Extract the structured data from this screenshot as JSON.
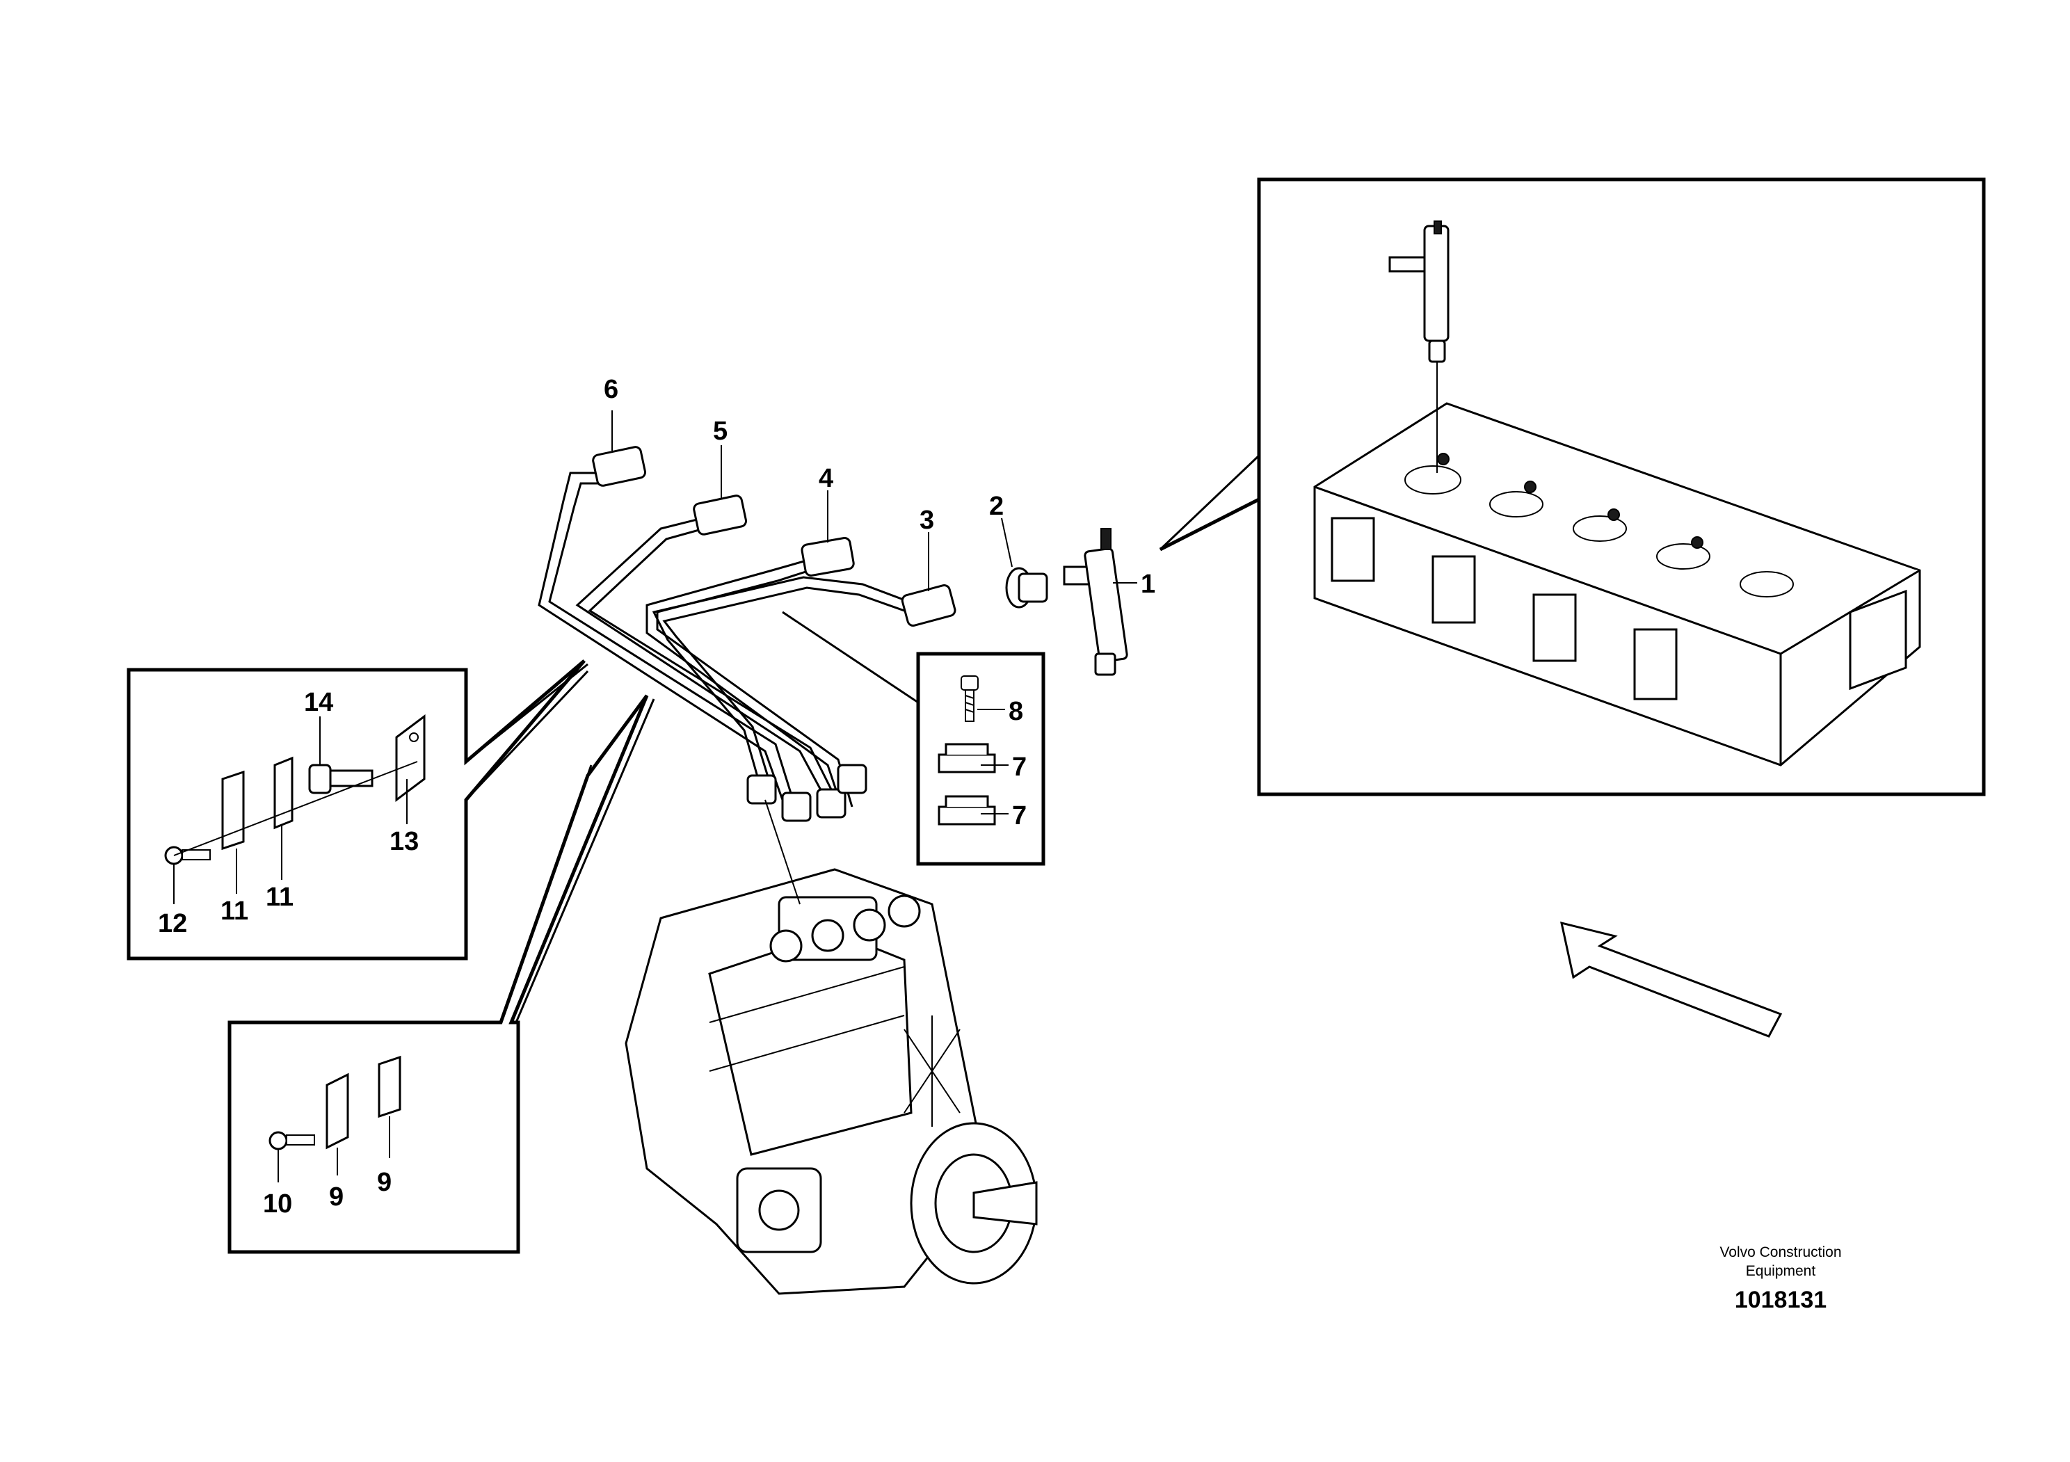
{
  "callouts": {
    "c1": "1",
    "c2": "2",
    "c3": "3",
    "c4": "4",
    "c5": "5",
    "c6": "6",
    "c7a": "7",
    "c7b": "7",
    "c8": "8",
    "c9a": "9",
    "c9b": "9",
    "c10": "10",
    "c11a": "11",
    "c11b": "11",
    "c12": "12",
    "c13": "13",
    "c14": "14"
  },
  "footer": {
    "brand_line1": "Volvo Construction",
    "brand_line2": "Equipment",
    "drawing_number": "1018131"
  },
  "icons": {
    "direction_arrow": "view-direction-arrow-icon"
  }
}
